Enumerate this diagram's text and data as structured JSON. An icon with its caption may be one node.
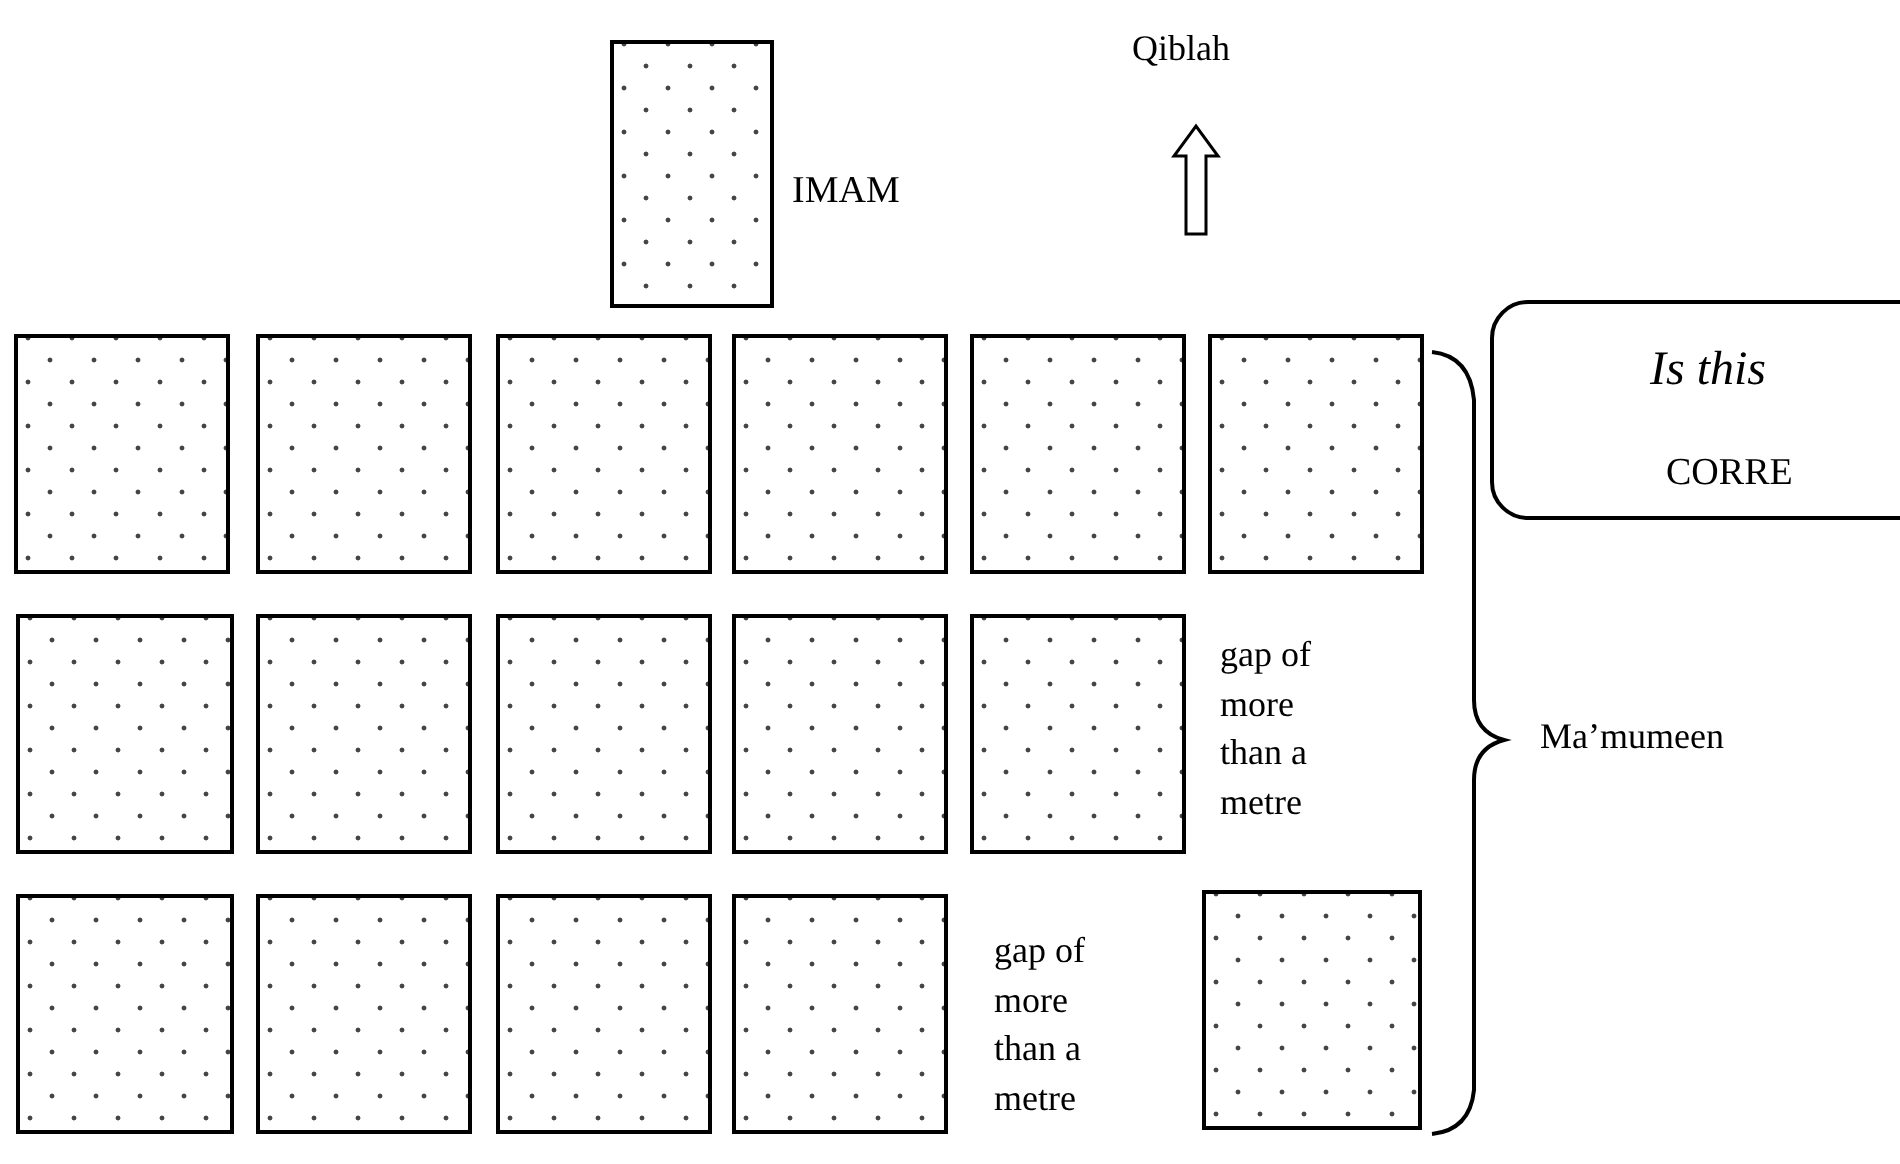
{
  "diagram": {
    "nodes": [
      {
        "text": [],
        "shape": "box",
        "beside": [
          "IMAM"
        ]
      },
      {
        "text": [],
        "shape": "box"
      },
      {
        "text": [],
        "shape": "box"
      },
      {
        "text": [],
        "shape": "box"
      },
      {
        "text": [],
        "shape": "box"
      },
      {
        "text": [],
        "shape": "box"
      },
      {
        "text": [],
        "shape": "box"
      },
      {
        "text": [],
        "shape": "box"
      },
      {
        "text": [],
        "shape": "box"
      },
      {
        "text": [],
        "shape": "box"
      },
      {
        "text": [],
        "shape": "box"
      },
      {
        "text": [],
        "shape": "box"
      },
      {
        "text": [],
        "shape": "box"
      },
      {
        "text": [],
        "shape": "box"
      },
      {
        "text": [],
        "shape": "box"
      },
      {
        "text": [],
        "shape": "box"
      },
      {
        "text": [],
        "shape": "box"
      },
      {
        "text": [
          "Is this",
          "CORRE"
        ]
      }
    ],
    "labels": [
      "Qiblah",
      "gap of more than a metre",
      "gap of more than a metre",
      "Ma’mumeen"
    ]
  }
}
